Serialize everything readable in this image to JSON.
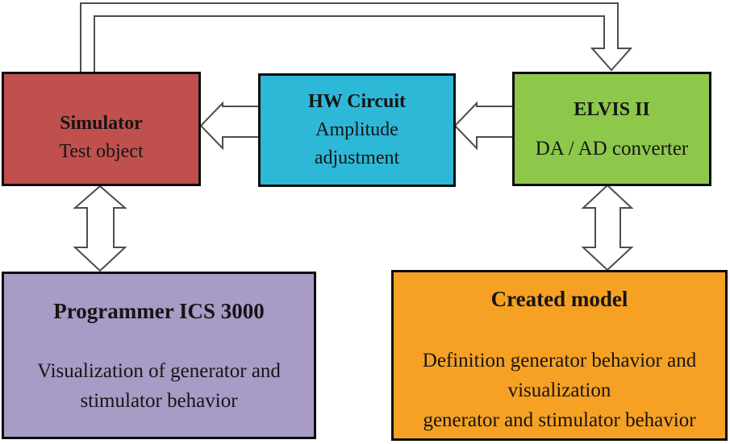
{
  "figure": {
    "type": "block-diagram",
    "background": "#ffffff",
    "box_border_color": "#0c0c0c",
    "arrow_outline_color": "#4d4d4d",
    "arrow_fill_color": "#ffffff"
  },
  "boxes": {
    "simulator": {
      "title": "Simulator",
      "lines": [
        "Test object"
      ],
      "color": "#c0504d"
    },
    "hw_circuit": {
      "title": "HW Circuit",
      "lines": [
        "Amplitude",
        "adjustment"
      ],
      "color": "#2eb8d8"
    },
    "elvis": {
      "title": "ELVIS II",
      "lines": [
        "DA / AD converter"
      ],
      "color": "#8dc84b"
    },
    "programmer": {
      "title": "Programmer ICS 3000",
      "lines": [
        "Visualization of generator and",
        "stimulator behavior"
      ],
      "color": "#a89bc6"
    },
    "created_model": {
      "title": "Created model",
      "lines": [
        "Definition generator behavior and",
        "visualization",
        "generator and stimulator behavior"
      ],
      "color": "#f6a124"
    }
  },
  "connectors": [
    {
      "from": "simulator",
      "to": "elvis",
      "style": "hollow-block-arrow",
      "route": "loop-over-top",
      "bidirectional": false
    },
    {
      "from": "elvis",
      "to": "hw_circuit",
      "style": "hollow-block-arrow",
      "bidirectional": false
    },
    {
      "from": "hw_circuit",
      "to": "simulator",
      "style": "hollow-block-arrow",
      "bidirectional": false
    },
    {
      "from": "simulator",
      "to": "programmer",
      "style": "hollow-block-arrow",
      "bidirectional": true
    },
    {
      "from": "elvis",
      "to": "created_model",
      "style": "hollow-block-arrow",
      "bidirectional": true
    }
  ]
}
